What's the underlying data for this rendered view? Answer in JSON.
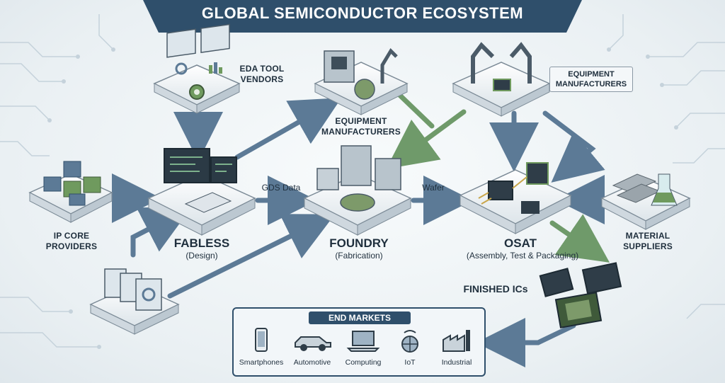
{
  "title": "GLOBAL SEMICONDUCTOR ECOSYSTEM",
  "nodes": {
    "eda": "EDA TOOL\nVENDORS",
    "equipment_top": "EQUIPMENT\nMANUFACTURERS",
    "equipment_mid": "EQUIPMENT\nMANUFACTURERS",
    "ip_core": "IP CORE\nPROVIDERS",
    "fabless": "FABLESS",
    "fabless_sub": "(Design)",
    "foundry": "FOUNDRY",
    "foundry_sub": "(Fabrication)",
    "osat": "OSAT",
    "osat_sub": "(Assembly, Test & Packaging)",
    "material": "MATERIAL\nSUPPLIERS",
    "finished": "FINISHED ICs"
  },
  "flow_labels": {
    "gds": "GDS Data",
    "wafer": "Wafer"
  },
  "end_markets": {
    "title": "END MARKETS",
    "items": [
      {
        "label": "Smartphones",
        "icon": "smartphone-icon"
      },
      {
        "label": "Automotive",
        "icon": "car-icon"
      },
      {
        "label": "Computing",
        "icon": "laptop-icon"
      },
      {
        "label": "IoT",
        "icon": "iot-icon"
      },
      {
        "label": "Industrial",
        "icon": "factory-icon"
      }
    ]
  },
  "colors": {
    "banner": "#2f4f6b",
    "arrow_blue": "#5c7a96",
    "arrow_green": "#6f9a6a",
    "chip_green": "#6f9a5e"
  }
}
